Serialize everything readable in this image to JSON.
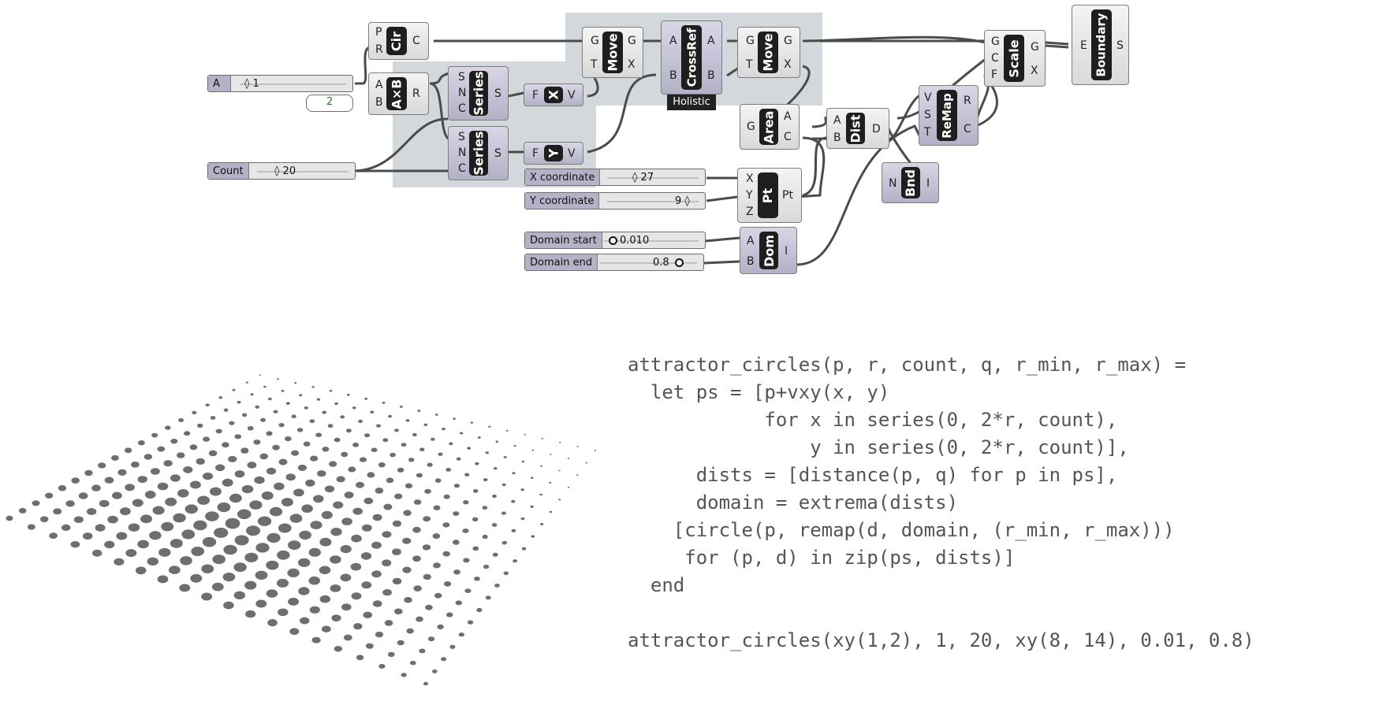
{
  "components": {
    "cir": {
      "name": "Cir",
      "inputs": [
        "P",
        "R"
      ],
      "outputs": [
        "C"
      ]
    },
    "axb": {
      "name": "A×B",
      "inputs": [
        "A",
        "B"
      ],
      "outputs": [
        "R"
      ]
    },
    "series1": {
      "name": "Series",
      "inputs": [
        "S",
        "N",
        "C"
      ],
      "outputs": [
        "S"
      ]
    },
    "series2": {
      "name": "Series",
      "inputs": [
        "S",
        "N",
        "C"
      ],
      "outputs": [
        "S"
      ]
    },
    "x": {
      "name": "X",
      "inputs": [
        "F"
      ],
      "outputs": [
        "V"
      ]
    },
    "y": {
      "name": "Y",
      "inputs": [
        "F"
      ],
      "outputs": [
        "V"
      ]
    },
    "move1": {
      "name": "Move",
      "inputs": [
        "G",
        "T"
      ],
      "outputs": [
        "G",
        "X"
      ]
    },
    "crossref": {
      "name": "CrossRef",
      "inputs": [
        "A",
        "B"
      ],
      "outputs": [
        "A",
        "B"
      ],
      "caption": "Holistic"
    },
    "move2": {
      "name": "Move",
      "inputs": [
        "G",
        "T"
      ],
      "outputs": [
        "G",
        "X"
      ]
    },
    "area": {
      "name": "Area",
      "inputs": [
        "G"
      ],
      "outputs": [
        "A",
        "C"
      ]
    },
    "dist": {
      "name": "Dist",
      "inputs": [
        "A",
        "B"
      ],
      "outputs": [
        "D"
      ]
    },
    "remap": {
      "name": "ReMap",
      "inputs": [
        "V",
        "S",
        "T"
      ],
      "outputs": [
        "R",
        "C"
      ]
    },
    "bnd": {
      "name": "Bnd",
      "inputs": [
        "N"
      ],
      "outputs": [
        "I"
      ]
    },
    "scale": {
      "name": "Scale",
      "inputs": [
        "G",
        "C",
        "F"
      ],
      "outputs": [
        "G",
        "X"
      ]
    },
    "boundary": {
      "name": "Boundary",
      "inputs": [
        "E"
      ],
      "outputs": [
        "S"
      ]
    },
    "pt": {
      "name": "Pt",
      "inputs": [
        "X",
        "Y",
        "Z"
      ],
      "outputs": [
        "Pt"
      ]
    },
    "dom": {
      "name": "Dom",
      "inputs": [
        "A",
        "B"
      ],
      "outputs": [
        "I"
      ]
    }
  },
  "sliders": {
    "a": {
      "label": "A",
      "value": "◊ 1"
    },
    "count": {
      "label": "Count",
      "value": "◊ 20"
    },
    "xcoord": {
      "label": "X coordinate",
      "value": "◊ 27"
    },
    "ycoord": {
      "label": "Y coordinate",
      "value": "9 ◊"
    },
    "dstart": {
      "label": "Domain start",
      "value": "0.010"
    },
    "dend": {
      "label": "Domain end",
      "value": "0.8"
    }
  },
  "panel_value": "2",
  "code_lines": [
    "attractor_circles(p, r, count, q, r_min, r_max) =",
    "  let ps = [p+vxy(x, y)",
    "            for x in series(0, 2*r, count),",
    "                y in series(0, 2*r, count)],",
    "      dists = [distance(p, q) for p in ps],",
    "      domain = extrema(dists)",
    "    [circle(p, remap(d, domain, (r_min, r_max)))",
    "     for (p, d) in zip(ps, dists)]",
    "  end",
    "",
    "attractor_circles(xy(1,2), 1, 20, xy(8, 14), 0.01, 0.8)"
  ],
  "render": {
    "grid_count": 20,
    "attractor": [
      8,
      14
    ],
    "r_min": 0.01,
    "r_max": 0.8,
    "fill": "#6e6e6e"
  }
}
